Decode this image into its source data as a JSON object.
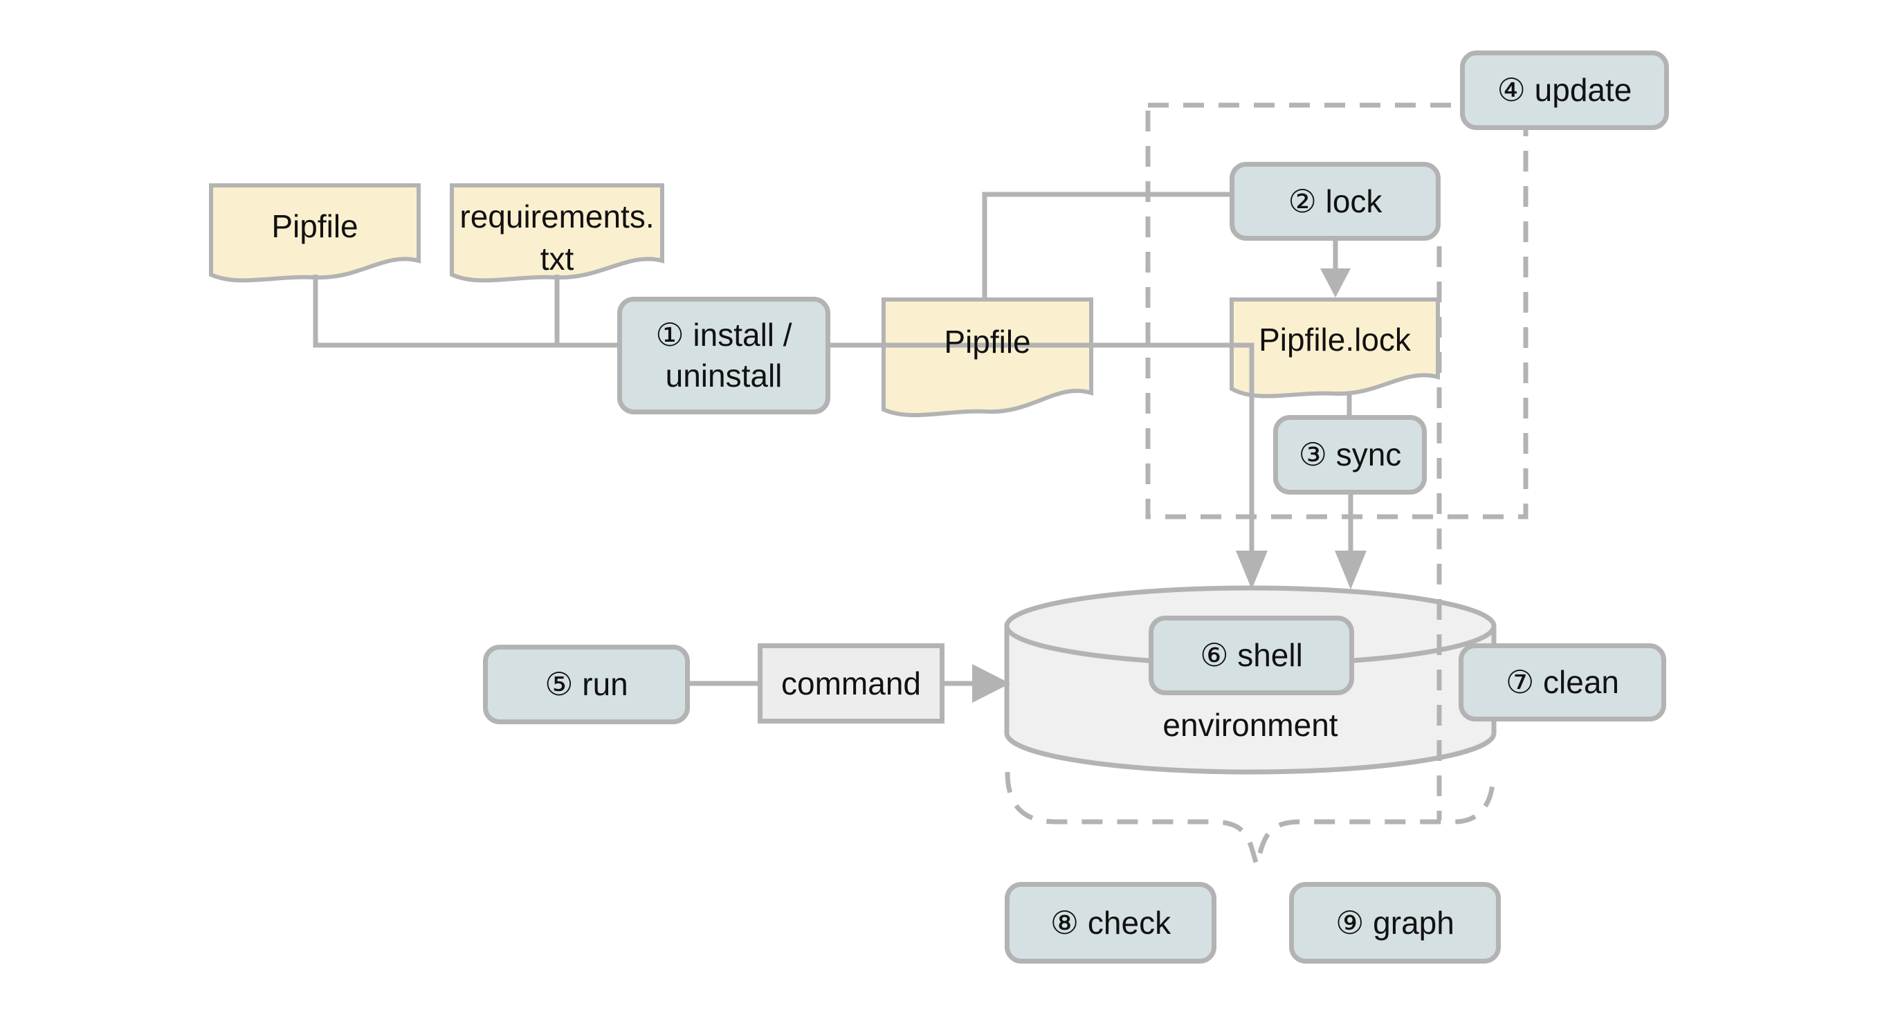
{
  "diagram": {
    "title_hint": "pipenv workflow diagram",
    "colors": {
      "background": "#ffffff",
      "node_fill": "#d5e0e3",
      "doc_fill": "#faf0d0",
      "command_fill": "#ededed",
      "cylinder_fill": "#f0f0f0",
      "stroke_gray": "#b3b3b3",
      "text": "#111111"
    },
    "nodes": {
      "pipfile_top": {
        "label": "Pipfile"
      },
      "requirements": {
        "line1": "requirements.",
        "line2": "txt"
      },
      "install": {
        "line1": "① install /",
        "line2": "uninstall"
      },
      "pipfile_mid": {
        "label": "Pipfile"
      },
      "lock": {
        "label": "② lock"
      },
      "pipfile_lock": {
        "label": "Pipfile.lock"
      },
      "sync": {
        "label": "③ sync"
      },
      "update": {
        "label": "④ update"
      },
      "run": {
        "label": "⑤ run"
      },
      "command": {
        "label": "command"
      },
      "shell": {
        "label": "⑥ shell"
      },
      "environment": {
        "label": "environment"
      },
      "clean": {
        "label": "⑦ clean"
      },
      "check": {
        "label": "⑧ check"
      },
      "graph": {
        "label": "⑨ graph"
      }
    }
  }
}
